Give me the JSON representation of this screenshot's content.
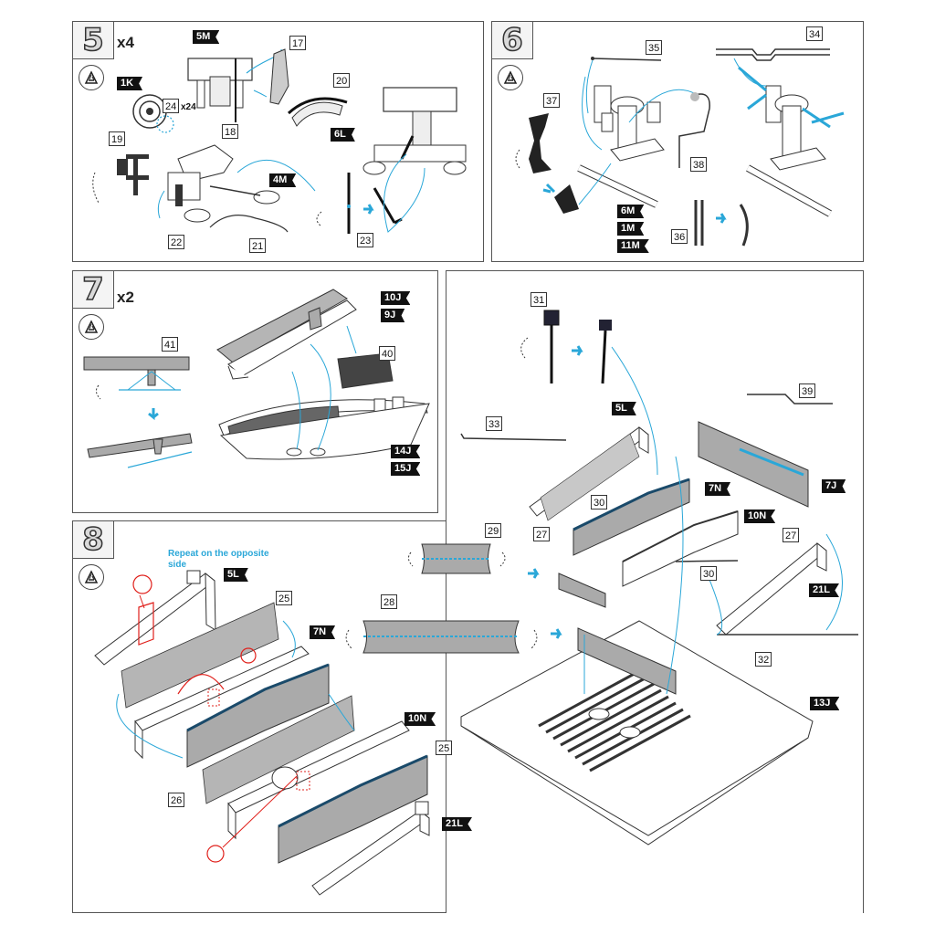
{
  "step5": {
    "number": "5",
    "multiplier": "x4",
    "tags": {
      "t1K": "1K",
      "t5M": "5M",
      "t6L": "6L",
      "t4M": "4M"
    },
    "callouts": {
      "c17": "17",
      "c18": "18",
      "c19": "19",
      "c20": "20",
      "c21": "21",
      "c22": "22",
      "c23": "23",
      "c24": "24"
    },
    "qty24": "x24"
  },
  "step6": {
    "number": "6",
    "tags": {
      "t6M": "6M",
      "t1M": "1M",
      "t11M": "11M"
    },
    "callouts": {
      "c34": "34",
      "c35": "35",
      "c36": "36",
      "c37": "37",
      "c38": "38"
    }
  },
  "step7": {
    "number": "7",
    "multiplier": "x2",
    "tags": {
      "t10J": "10J",
      "t9J": "9J",
      "t14J": "14J",
      "t15J": "15J"
    },
    "callouts": {
      "c40": "40",
      "c41": "41"
    }
  },
  "step8": {
    "number": "8",
    "note": "Repeat on the opposite side",
    "tags": {
      "t5L": "5L",
      "t7N": "7N",
      "t10N": "10N",
      "t21L": "21L"
    },
    "callouts": {
      "c25a": "25",
      "c25b": "25",
      "c26": "26",
      "c28": "28",
      "c29": "29"
    }
  },
  "assembly": {
    "tags": {
      "t5L": "5L",
      "t7N": "7N",
      "t10N": "10N",
      "t7J": "7J",
      "t21L": "21L",
      "t13J": "13J"
    },
    "callouts": {
      "c27a": "27",
      "c27b": "27",
      "c30a": "30",
      "c30b": "30",
      "c31": "31",
      "c32": "32",
      "c33": "33",
      "c39": "39"
    }
  },
  "colors": {
    "accent": "#2aa7d8",
    "warning": "#e0201b",
    "part_gray": "#9a9a9a",
    "outline": "#333333"
  },
  "icons": [
    "glue-icon",
    "rotate-arrow-icon",
    "direction-arrow-icon"
  ]
}
